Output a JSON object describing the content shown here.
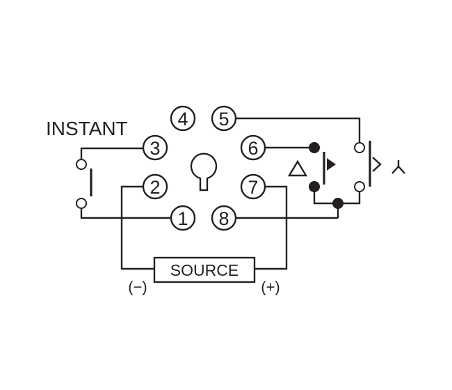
{
  "diagram": {
    "instant_label": "INSTANT",
    "source_label": "SOURCE",
    "negative_label": "(−)",
    "positive_label": "(+)",
    "pins": [
      "1",
      "2",
      "3",
      "4",
      "5",
      "6",
      "7",
      "8"
    ]
  },
  "icons": {
    "key": "base-key-icon",
    "delta": "delta-triangle-icon",
    "star": "star-wye-icon"
  },
  "colors": {
    "line": "#231f20",
    "background": "#ffffff"
  }
}
